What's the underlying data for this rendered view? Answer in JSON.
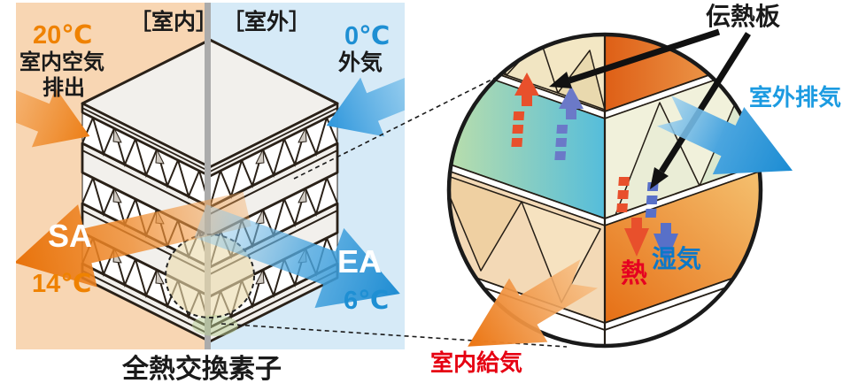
{
  "left_panel": {
    "indoor_zone_label": "［室内］",
    "outdoor_zone_label": "［室外］",
    "indoor_exhaust_temp": "20℃",
    "indoor_exhaust_line1": "室内空気",
    "indoor_exhaust_line2": "排出",
    "outdoor_air_temp": "0℃",
    "outdoor_air_label": "外気",
    "supply_air_code": "SA",
    "supply_air_temp": "14℃",
    "exhaust_air_code": "EA",
    "exhaust_air_temp": "6℃",
    "caption": "全熱交換素子"
  },
  "detail_panel": {
    "plate_label": "伝熱板",
    "outdoor_exhaust_label": "室外排気",
    "heat_label": "熱",
    "moisture_label": "湿気",
    "indoor_supply_label": "室内給気"
  },
  "icons": {
    "indoor_exhaust_arrow": "chevron-arrow-orange-right-down",
    "outdoor_air_arrow": "chevron-arrow-blue-left-down",
    "supply_air_arrow": "big-arrow-orange-left-down",
    "exhaust_air_arrow": "big-arrow-blue-right-down",
    "outdoor_exhaust_arrow": "chevron-arrow-blue-right-down",
    "indoor_supply_arrow": "chevron-arrow-orange-left-down",
    "heat_up_arrow": "dashed-arrow-red-up",
    "moisture_up_arrow": "dashed-arrow-blue-up",
    "heat_down_arrow": "dashed-arrow-red-down",
    "moisture_down_arrow": "dashed-arrow-blue-down",
    "plate_pointer_arrows": "black-callout-arrows",
    "magnifier_link": "dashed-connector-lines"
  },
  "colors": {
    "bg_indoor": "#F8D6B3",
    "bg_outdoor": "#D6EAF7",
    "divider": "#ABABAB",
    "accent_orange": "#EF8200",
    "accent_blue": "#1E8FD3",
    "exhaust_blue": "#1C9BE1",
    "moisture_blue": "#0C78C8",
    "heat_red": "#E60021",
    "supply_red": "#E60012",
    "hot_dash_arrow": "#E8502C",
    "humid_dash_arrow": "#6B79C8",
    "stack_edge": "#2A2118",
    "text_dark": "#1A1A1A"
  }
}
